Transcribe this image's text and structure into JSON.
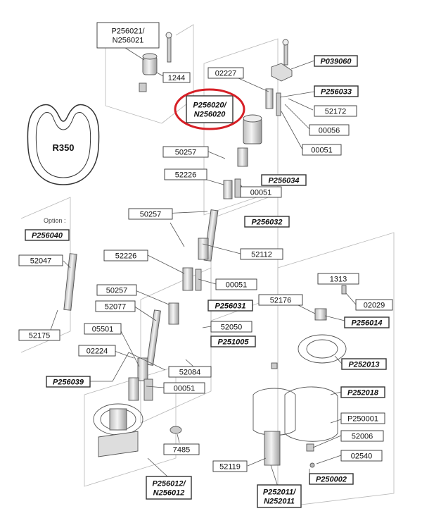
{
  "diagram": {
    "profile_label": "R350",
    "option_label": "Option :",
    "colors": {
      "highlight": "#d61f26",
      "line": "#555555",
      "box_border": "#333333",
      "fill": "#e6e6e6"
    },
    "callouts": [
      {
        "id": "c1",
        "lines": [
          "P256021/",
          "N256021"
        ],
        "bold": false
      },
      {
        "id": "c2",
        "lines": [
          "1244"
        ],
        "bold": false
      },
      {
        "id": "c3",
        "lines": [
          "P256020/",
          "N256020"
        ],
        "bold": true,
        "highlighted": true
      },
      {
        "id": "c4",
        "lines": [
          "02227"
        ],
        "bold": false
      },
      {
        "id": "c5",
        "lines": [
          "P039060"
        ],
        "bold": true
      },
      {
        "id": "c6",
        "lines": [
          "P256033"
        ],
        "bold": true
      },
      {
        "id": "c7",
        "lines": [
          "52172"
        ],
        "bold": false
      },
      {
        "id": "c8",
        "lines": [
          "00056"
        ],
        "bold": false
      },
      {
        "id": "c9",
        "lines": [
          "00051"
        ],
        "bold": false
      },
      {
        "id": "c10",
        "lines": [
          "50257"
        ],
        "bold": false
      },
      {
        "id": "c11",
        "lines": [
          "52226"
        ],
        "bold": false
      },
      {
        "id": "c12",
        "lines": [
          "P256034"
        ],
        "bold": true
      },
      {
        "id": "c13",
        "lines": [
          "00051"
        ],
        "bold": false
      },
      {
        "id": "c14",
        "lines": [
          "50257"
        ],
        "bold": false
      },
      {
        "id": "c15",
        "lines": [
          "P256032"
        ],
        "bold": true
      },
      {
        "id": "c16",
        "lines": [
          "P256040"
        ],
        "bold": true
      },
      {
        "id": "c17",
        "lines": [
          "52112"
        ],
        "bold": false
      },
      {
        "id": "c18",
        "lines": [
          "52047"
        ],
        "bold": false
      },
      {
        "id": "c19",
        "lines": [
          "52226"
        ],
        "bold": false
      },
      {
        "id": "c20",
        "lines": [
          "00051"
        ],
        "bold": false
      },
      {
        "id": "c21",
        "lines": [
          "1313"
        ],
        "bold": false
      },
      {
        "id": "c22",
        "lines": [
          "50257"
        ],
        "bold": false
      },
      {
        "id": "c23",
        "lines": [
          "52176"
        ],
        "bold": false
      },
      {
        "id": "c24",
        "lines": [
          "02029"
        ],
        "bold": false
      },
      {
        "id": "c25",
        "lines": [
          "52077"
        ],
        "bold": false
      },
      {
        "id": "c26",
        "lines": [
          "P256031"
        ],
        "bold": true
      },
      {
        "id": "c27",
        "lines": [
          "P256014"
        ],
        "bold": true
      },
      {
        "id": "c28",
        "lines": [
          "52175"
        ],
        "bold": false
      },
      {
        "id": "c29",
        "lines": [
          "05501"
        ],
        "bold": false
      },
      {
        "id": "c30",
        "lines": [
          "52050"
        ],
        "bold": false
      },
      {
        "id": "c31",
        "lines": [
          "P251005"
        ],
        "bold": true
      },
      {
        "id": "c32",
        "lines": [
          "02224"
        ],
        "bold": false
      },
      {
        "id": "c33",
        "lines": [
          "P252013"
        ],
        "bold": true
      },
      {
        "id": "c34",
        "lines": [
          "52084"
        ],
        "bold": false
      },
      {
        "id": "c35",
        "lines": [
          "P256039"
        ],
        "bold": true
      },
      {
        "id": "c36",
        "lines": [
          "00051"
        ],
        "bold": false
      },
      {
        "id": "c37",
        "lines": [
          "P252018"
        ],
        "bold": true
      },
      {
        "id": "c38",
        "lines": [
          "P250001"
        ],
        "bold": false
      },
      {
        "id": "c39",
        "lines": [
          "52006"
        ],
        "bold": false
      },
      {
        "id": "c40",
        "lines": [
          "7485"
        ],
        "bold": false
      },
      {
        "id": "c41",
        "lines": [
          "02540"
        ],
        "bold": false
      },
      {
        "id": "c42",
        "lines": [
          "52119"
        ],
        "bold": false
      },
      {
        "id": "c43",
        "lines": [
          "P250002"
        ],
        "bold": true
      },
      {
        "id": "c44",
        "lines": [
          "P256012/",
          "N256012"
        ],
        "bold": true
      },
      {
        "id": "c45",
        "lines": [
          "P252011/",
          "N252011"
        ],
        "bold": true
      }
    ]
  }
}
